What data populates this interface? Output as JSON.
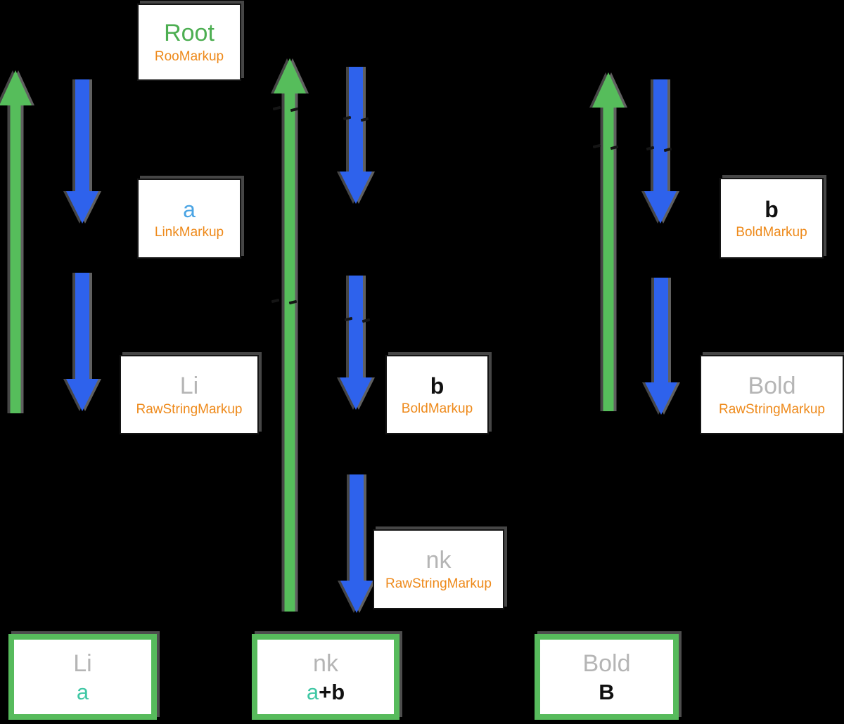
{
  "colors": {
    "background": "#000000",
    "arrow_up": "#56bd5b",
    "arrow_down": "#2e62ec",
    "box_bg": "#ffffff",
    "result_border": "#57bb5c",
    "title_green": "#4cae51",
    "markup_orange": "#ee8a1b",
    "tag_blue": "#4aa4e4",
    "muted_gray": "#b5b5b5",
    "text_black": "#101010",
    "teal": "#3fc7a4",
    "shadow_gray": "#808080"
  },
  "tree_nodes": [
    {
      "id": "root",
      "title": "Root",
      "subtitle": "RooMarkup"
    },
    {
      "id": "link",
      "title": "a",
      "subtitle": "LinkMarkup"
    },
    {
      "id": "li-raw",
      "title": "Li",
      "subtitle": "RawStringMarkup"
    },
    {
      "id": "bold-mid",
      "title": "b",
      "subtitle": "BoldMarkup"
    },
    {
      "id": "nk-raw",
      "title": "nk",
      "subtitle": "RawStringMarkup"
    },
    {
      "id": "bold-right",
      "title": "b",
      "subtitle": "BoldMarkup"
    },
    {
      "id": "bold-raw",
      "title": "Bold",
      "subtitle": "RawStringMarkup"
    }
  ],
  "results": [
    {
      "title": "Li",
      "value_teal": "a",
      "value_black": ""
    },
    {
      "title": "nk",
      "value_teal": "a",
      "value_black": "+b"
    },
    {
      "title": "Bold",
      "value_teal": "",
      "value_black": "B"
    }
  ]
}
